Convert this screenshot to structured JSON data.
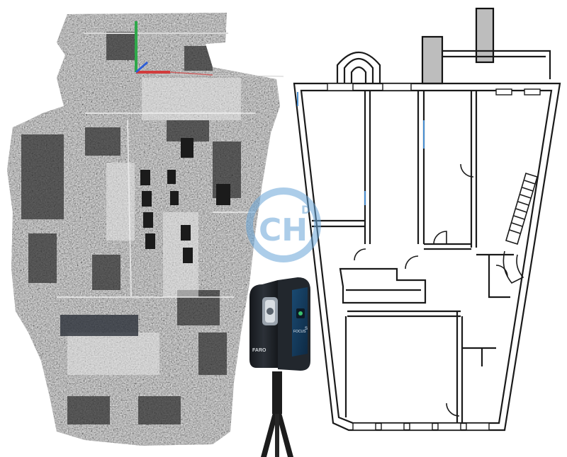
{
  "watermark": {
    "letters": "CH",
    "superscript": "DI",
    "color": "#6aa6d8"
  },
  "scanner": {
    "brand_label": "FARO",
    "model_label": "FOCUS",
    "model_suffix": "S",
    "body_color": "#1e2228",
    "accent_color": "#1f6fa8"
  },
  "axes_gizmo": {
    "x_color": "#d23c3c",
    "y_color": "#2fa84a",
    "z_color": "#2f5fd6"
  },
  "colors": {
    "floorplan_stroke": "#1a1a1a",
    "door_swing": "#4a8fd0",
    "point_cloud_dark": "#222222",
    "point_cloud_light": "#d8d8d8"
  }
}
